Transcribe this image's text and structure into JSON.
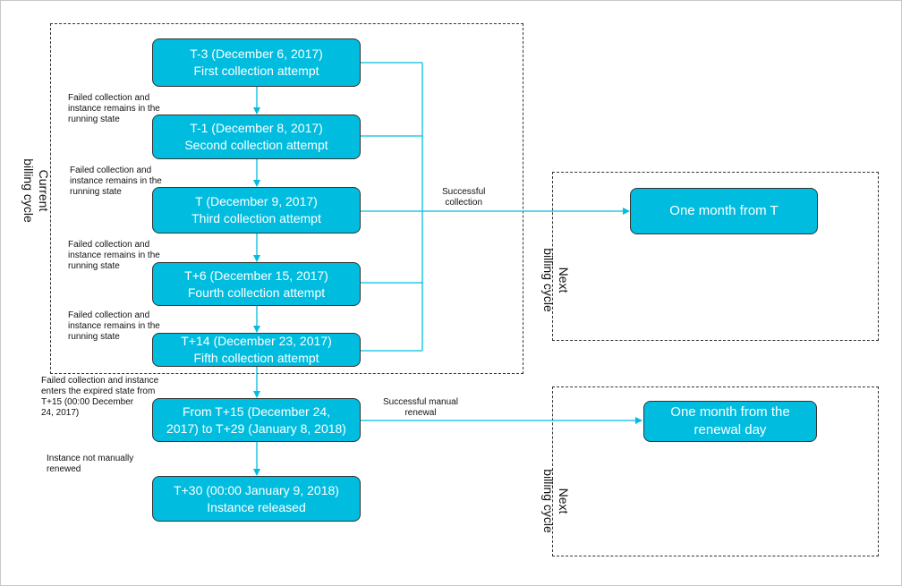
{
  "regions": {
    "current": {
      "label_line1": "Current",
      "label_line2": "billing cycle"
    },
    "next1": {
      "label_line1": "Next",
      "label_line2": "billing cycle"
    },
    "next2": {
      "label_line1": "Next",
      "label_line2": "billing cycle"
    }
  },
  "steps": [
    {
      "line1": "T-3 (December 6, 2017)",
      "line2": "First collection attempt"
    },
    {
      "line1": "T-1 (December 8, 2017)",
      "line2": "Second collection attempt"
    },
    {
      "line1": "T (December 9, 2017)",
      "line2": "Third collection attempt"
    },
    {
      "line1": "T+6 (December 15, 2017)",
      "line2": "Fourth collection attempt"
    },
    {
      "line1": "T+14 (December 23, 2017)",
      "line2": "Fifth collection attempt"
    },
    {
      "line1": "From T+15 (December 24,",
      "line2": "2017) to T+29 (January 8, 2018)"
    },
    {
      "line1": "T+30 (00:00 January 9, 2018)",
      "line2": "Instance released"
    }
  ],
  "outcomes": {
    "month_from_t": "One month from T",
    "month_from_renewal_line1": "One month from the",
    "month_from_renewal_line2": "renewal day"
  },
  "notes": {
    "failed_1": [
      "Failed collection and",
      "instance remains in the",
      "running state"
    ],
    "failed_2": [
      "Failed collection and",
      "instance remains in the",
      "running state"
    ],
    "failed_3": [
      "Failed collection and",
      "instance remains in the",
      "running state"
    ],
    "failed_4": [
      "Failed collection and",
      "instance remains in the",
      "running state"
    ],
    "expired": [
      "Failed collection and instance",
      "enters the expired state from",
      "T+15 (00:00 December",
      "24, 2017)"
    ],
    "not_renewed": [
      "Instance not manually",
      "renewed"
    ],
    "successful_collection": [
      "Successful",
      "collection"
    ],
    "successful_renewal": [
      "Successful manual",
      "renewal"
    ]
  },
  "colors": {
    "box_fill": "#00bde0",
    "arrow": "#00bde0",
    "border": "#333333"
  }
}
